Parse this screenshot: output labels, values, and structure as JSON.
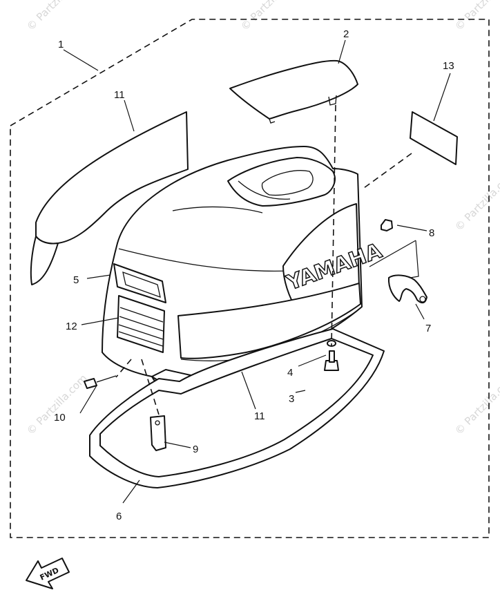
{
  "watermark": {
    "text": "© Partzilla.com"
  },
  "callouts": {
    "c1": "1",
    "c2": "2",
    "c3": "3",
    "c4": "4",
    "c5": "5",
    "c6": "6",
    "c7": "7",
    "c8": "8",
    "c9": "9",
    "c10": "10",
    "c11a": "11",
    "c11b": "11",
    "c12": "12",
    "c13": "13"
  },
  "fwd_label": "FWD"
}
